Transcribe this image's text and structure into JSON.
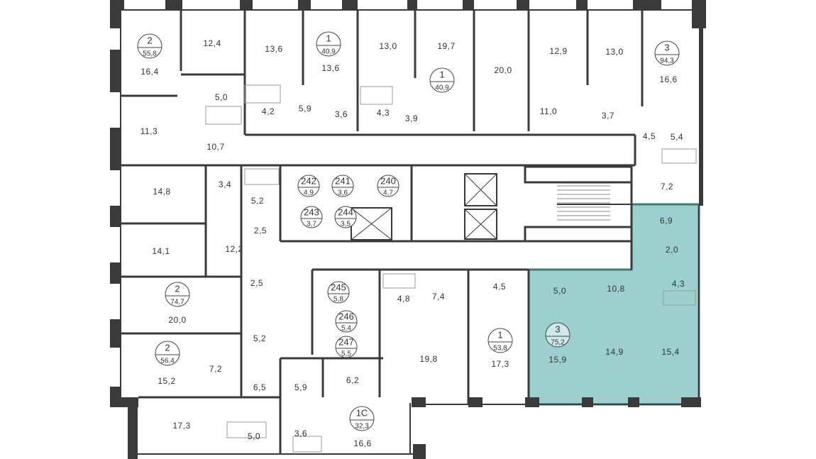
{
  "theme": {
    "highlight_fill": "#9ecfcf",
    "highlight_stroke": "#3d7a7a",
    "wall_color": "#3a3a3a"
  },
  "apartments": [
    {
      "rooms": "2",
      "total": "55,8"
    },
    {
      "rooms": "1",
      "total": "40,9"
    },
    {
      "rooms": "1",
      "total": "40,9"
    },
    {
      "rooms": "3",
      "total": "94,3"
    },
    {
      "rooms": "2",
      "total": "74,7"
    },
    {
      "rooms": "2",
      "total": "56,4"
    },
    {
      "rooms": "1",
      "total": "53,8"
    },
    {
      "rooms": "3",
      "total": "75,2",
      "highlighted": true
    },
    {
      "rooms": "1С",
      "total": "32,3"
    }
  ],
  "storage_units": [
    {
      "number": "242",
      "area": "4,9"
    },
    {
      "number": "241",
      "area": "3,6"
    },
    {
      "number": "240",
      "area": "4,7"
    },
    {
      "number": "243",
      "area": "3,7"
    },
    {
      "number": "244",
      "area": "3,5"
    },
    {
      "number": "245",
      "area": "5,8"
    },
    {
      "number": "246",
      "area": "5,4"
    },
    {
      "number": "247",
      "area": "5,5"
    }
  ],
  "room_areas": [
    "12,4",
    "13,6",
    "13,6",
    "13,0",
    "19,7",
    "20,0",
    "12,9",
    "13,0",
    "16,4",
    "16,6",
    "5,0",
    "4,2",
    "5,9",
    "3,6",
    "4,3",
    "3,9",
    "11,0",
    "3,7",
    "11,3",
    "10,7",
    "4,5",
    "5,4",
    "14,8",
    "3,4",
    "5,2",
    "7,2",
    "2,5",
    "6,9",
    "14,1",
    "12,2",
    "2,0",
    "2,5",
    "4,8",
    "7,4",
    "4,5",
    "5,0",
    "10,8",
    "4,3",
    "20,0",
    "5,2",
    "19,8",
    "17,3",
    "15,9",
    "14,9",
    "15,4",
    "7,2",
    "15,2",
    "6,5",
    "5,9",
    "6,2",
    "17,3",
    "5,0",
    "3,6",
    "16,6"
  ]
}
